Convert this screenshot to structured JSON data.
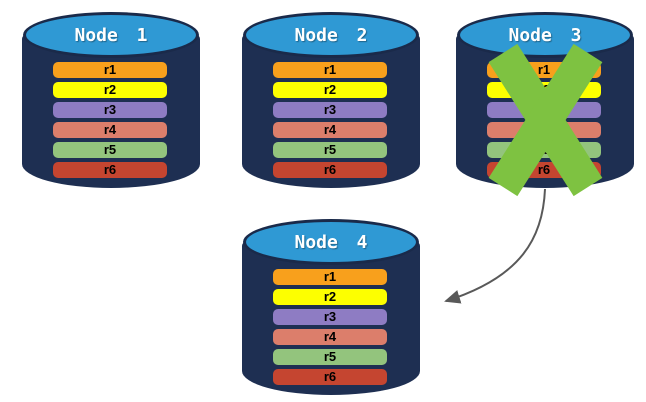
{
  "colors": {
    "background": "#ffffff",
    "cylinder-body": "#1e2f52",
    "cylinder-rim": "#1a2a4a",
    "cylinder-top": "#2f99d4",
    "title-text": "#ffffff",
    "bar-text": "#000000",
    "cross": "#7ec241",
    "arrow": "#595959"
  },
  "nodes": [
    {
      "title": "Node 1",
      "failed": false,
      "rows": [
        {
          "label": "r1",
          "color": "#f8a01c"
        },
        {
          "label": "r2",
          "color": "#fdff00"
        },
        {
          "label": "r3",
          "color": "#8e7cc3"
        },
        {
          "label": "r4",
          "color": "#dc7e6b"
        },
        {
          "label": "r5",
          "color": "#93c47d"
        },
        {
          "label": "r6",
          "color": "#c54530"
        }
      ]
    },
    {
      "title": "Node 2",
      "failed": false,
      "rows": [
        {
          "label": "r1",
          "color": "#f8a01c"
        },
        {
          "label": "r2",
          "color": "#fdff00"
        },
        {
          "label": "r3",
          "color": "#8e7cc3"
        },
        {
          "label": "r4",
          "color": "#dc7e6b"
        },
        {
          "label": "r5",
          "color": "#93c47d"
        },
        {
          "label": "r6",
          "color": "#c54530"
        }
      ]
    },
    {
      "title": "Node 3",
      "failed": true,
      "rows": [
        {
          "label": "r1",
          "color": "#f8a01c"
        },
        {
          "label": "r2",
          "color": "#fdff00"
        },
        {
          "label": "r3",
          "color": "#8e7cc3"
        },
        {
          "label": "r4",
          "color": "#dc7e6b"
        },
        {
          "label": "r5",
          "color": "#93c47d"
        },
        {
          "label": "r6",
          "color": "#c54530"
        }
      ]
    },
    {
      "title": "Node 4",
      "failed": false,
      "rows": [
        {
          "label": "r1",
          "color": "#f8a01c"
        },
        {
          "label": "r2",
          "color": "#fdff00"
        },
        {
          "label": "r3",
          "color": "#8e7cc3"
        },
        {
          "label": "r4",
          "color": "#dc7e6b"
        },
        {
          "label": "r5",
          "color": "#93c47d"
        },
        {
          "label": "r6",
          "color": "#c54530"
        }
      ]
    }
  ],
  "failure_cross": {
    "on_node": "Node 3",
    "color": "#7ec241"
  },
  "arrow": {
    "from": "Node 3",
    "to": "Node 4",
    "color": "#595959"
  }
}
